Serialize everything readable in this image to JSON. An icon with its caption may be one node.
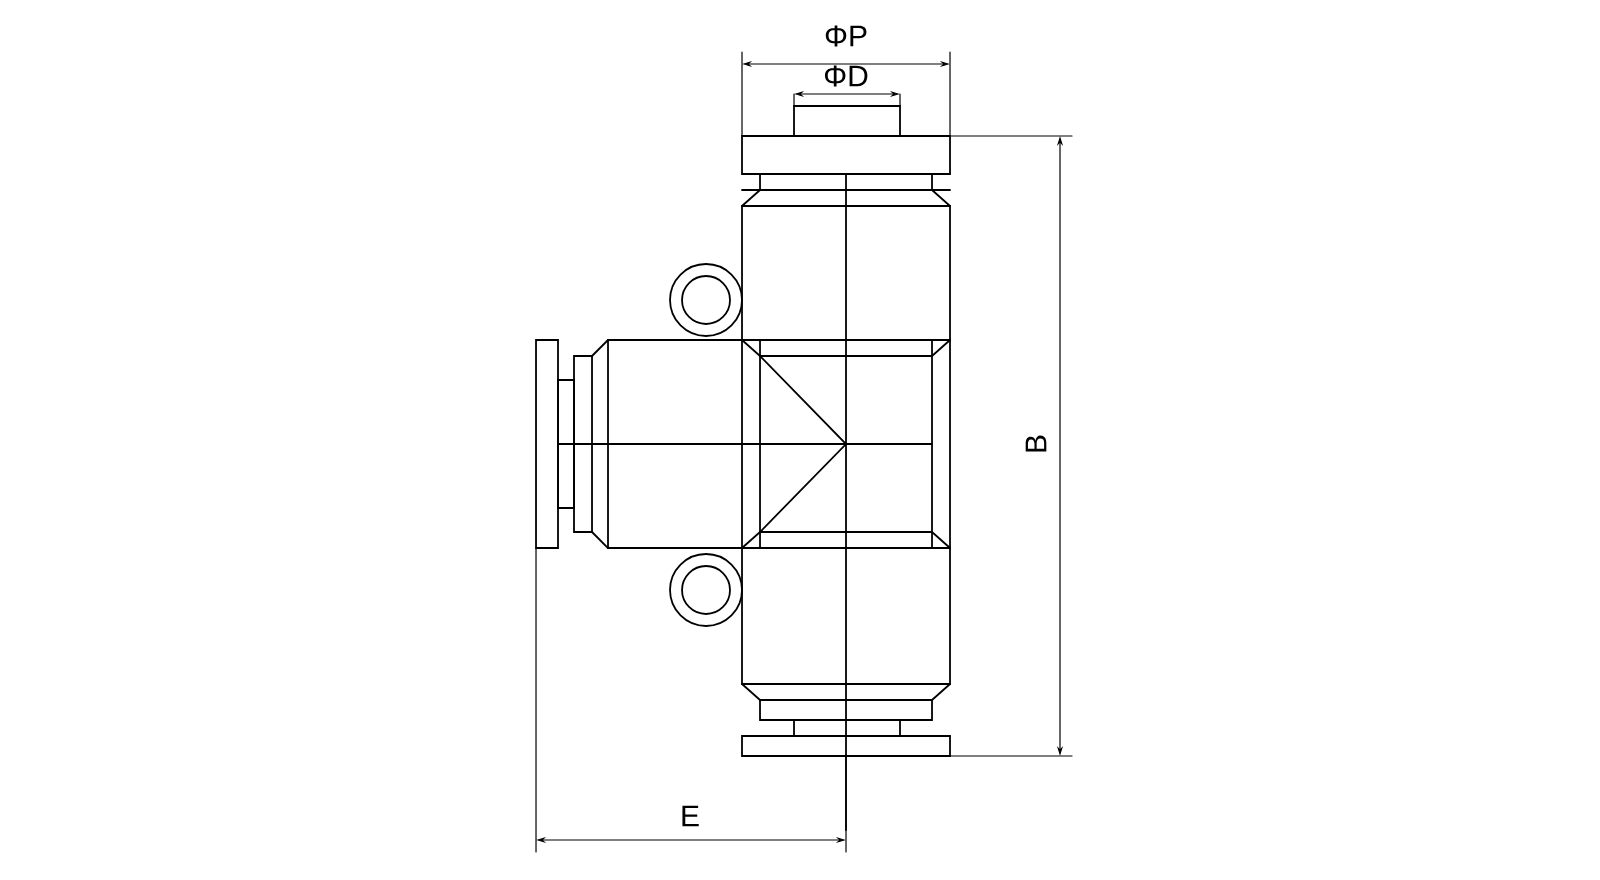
{
  "diagram": {
    "labels": [
      "ΦP",
      "ΦD",
      "B",
      "E"
    ]
  }
}
